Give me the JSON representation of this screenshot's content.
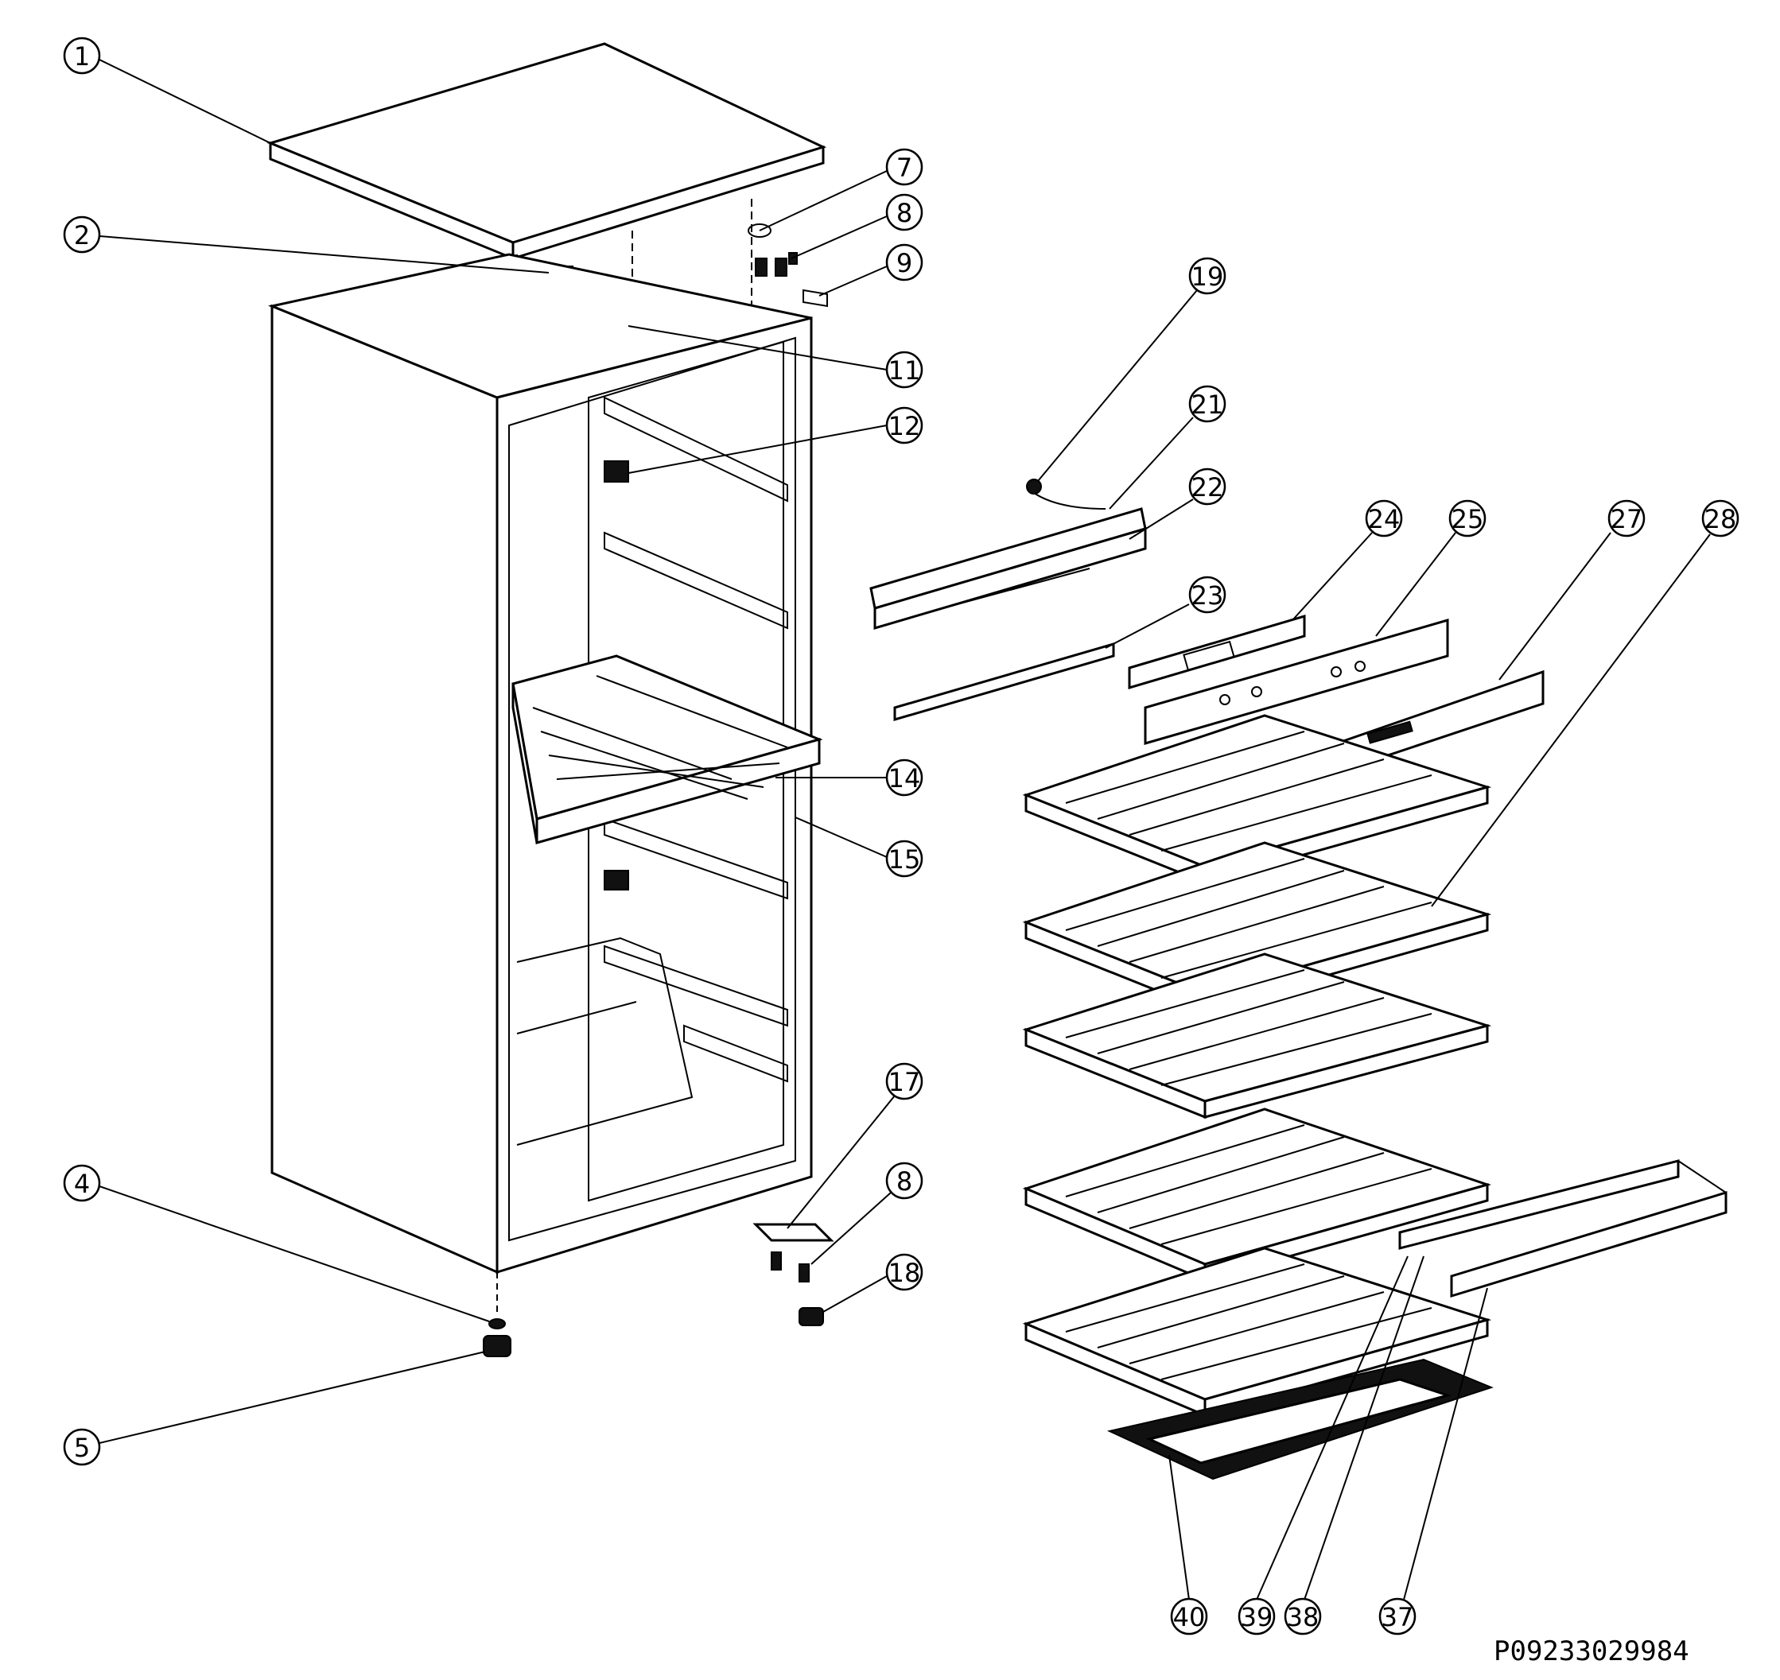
{
  "diagram": {
    "type": "exploded-parts-diagram",
    "drawing_code": "P09233029984",
    "callouts": [
      "1",
      "2",
      "7",
      "8",
      "9",
      "11",
      "12",
      "14",
      "15",
      "4",
      "5",
      "17",
      "8",
      "18",
      "19",
      "21",
      "22",
      "23",
      "24",
      "25",
      "27",
      "28",
      "40",
      "39",
      "38",
      "37"
    ]
  }
}
